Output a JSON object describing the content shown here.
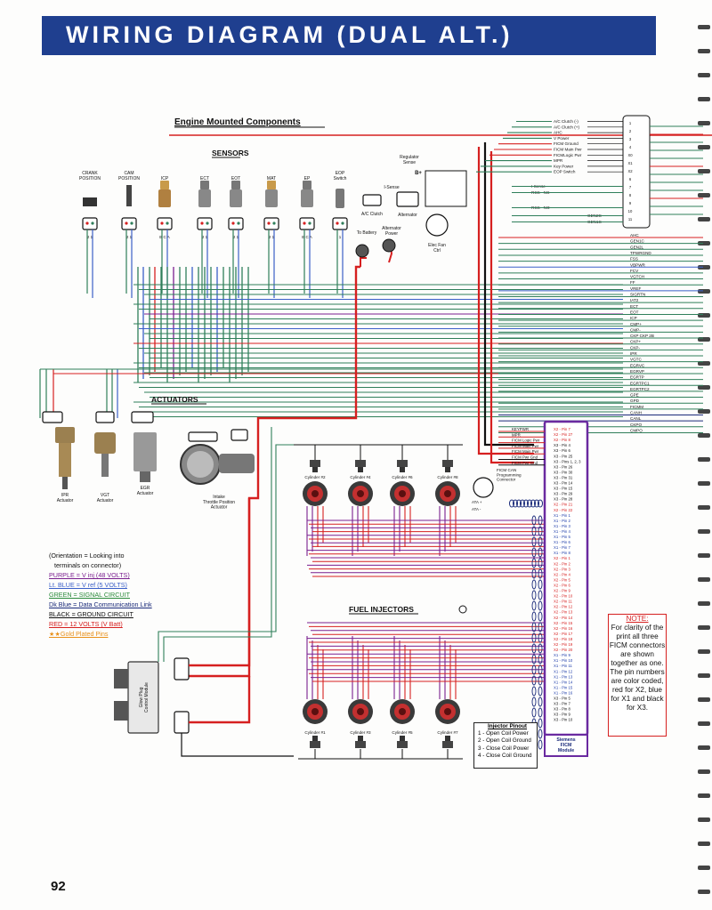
{
  "title": "WIRING DIAGRAM (DUAL ALT.)",
  "page_number": "92",
  "headings": {
    "engine_mounted": "Engine Mounted Components",
    "sensors": "SENSORS",
    "actuators": "ACTUATORS",
    "fuel_injectors": "FUEL INJECTORS"
  },
  "sensors": [
    {
      "label": "CRANK\nPOSITION",
      "pins": "2 1"
    },
    {
      "label": "CAM\nPOSITION",
      "pins": "2 1"
    },
    {
      "label": "ICP",
      "pins": "B C A"
    },
    {
      "label": "ECT",
      "pins": "2 1"
    },
    {
      "label": "EOT",
      "pins": "2 1"
    },
    {
      "label": "MAT",
      "pins": "2 1"
    },
    {
      "label": "EP",
      "pins": "B C A"
    },
    {
      "label": "EOP\nSwitch",
      "pins": "1"
    }
  ],
  "components": {
    "ac_clutch": "A/C Clutch",
    "alternator": "Alternator",
    "i_sense": "I-Sense",
    "regulator_sense": "Regulator\nSense",
    "b_plus": "B+",
    "to_battery": "To Battery",
    "alternator_power": "Alternator\nPower",
    "elec_fan_ctrl": "Elec Fan\nCtrl",
    "ipr_actuator": "IPR\nActuator",
    "vgt_actuator": "VGT\nActuator",
    "egr_actuator": "EGR\nActuator",
    "intake_throttle": "Intake\nThrottle Position\nActuator",
    "glow_plug_module": "Glow Plug\nControl Module",
    "ficm_can": "FICM CAN\nProgramming\nConnector",
    "siemens_ficm": "Siemens\nFICM\nModule",
    "ata_plus": "ATA +",
    "ata_minus": "ATA -"
  },
  "cylinders_top": [
    "Cylinder #2",
    "Cylinder #4",
    "Cylinder #6",
    "Cylinder #8"
  ],
  "cylinders_bottom": [
    "Cylinder #1",
    "Cylinder #3",
    "Cylinder #5",
    "Cylinder #7"
  ],
  "pcm_top_labels": [
    "A/C Clutch (-)",
    "A/C Clutch (+)",
    "AHC",
    "V Power",
    "FICM Ground",
    "FICM Main Pwr",
    "FICMLogic Pwr",
    "MPR",
    "Key Power",
    "EOP Switch"
  ],
  "pcm_pin_numbers": [
    "1",
    "2",
    "3",
    "4",
    "X0",
    "X1",
    "X2",
    "6",
    "7",
    "8",
    "9",
    "10",
    "11"
  ],
  "pcm_mid_labels": [
    "I-Sense",
    "RCS - NC",
    "RCS - NO",
    "GEN2C",
    "GEN1C"
  ],
  "right_bus_labels": [
    "AHC",
    "GEN1C",
    "GEN2L",
    "TPWRGND",
    "FSS",
    "VBPWR",
    "FCV",
    "VGTCH",
    "FF",
    "VREF",
    "SIGRTN",
    "IAT2",
    "ECT",
    "EOT",
    "ICP",
    "CMP+",
    "CMP-",
    "CKP CKP 2B",
    "CKP+",
    "CKP-",
    "IPR",
    "VGTC",
    "EGRVC",
    "EGRVP",
    "EGRTP",
    "EGRTPC1",
    "EGRTPC2",
    "GPE",
    "GPD",
    "FICMM",
    "CANH",
    "CANL",
    "CKPO",
    "CMPO"
  ],
  "ficm_left_labels": [
    "KEYPWR",
    "MPR",
    "FICM Logic Pwr",
    "FICM Main Pwr",
    "FICM Main Pwr",
    "FICM Pwr Gnd",
    "FICM Pwr Gnd"
  ],
  "ficm_pins": [
    "X2 - Pin 7",
    "X2 - Pin 27",
    "X2 - Pin 8",
    "X3 - Pin 4",
    "X3 - Pin 6",
    "X3 - Pin 25",
    "X3 - Pins 1, 2, 3",
    "X3 - Pin 26",
    "X3 - Pin 30",
    "X3 - Pin 31",
    "X3 - Pin 14",
    "X3 - Pin 15",
    "X3 - Pin 29",
    "X3 - Pin 28",
    "X2 - Pin 21",
    "X2 - Pin 22",
    "X1 - Pin 1",
    "X1 - Pin 2",
    "X1 - Pin 3",
    "X1 - Pin 4",
    "X1 - Pin 5",
    "X1 - Pin 6",
    "X1 - Pin 7",
    "X1 - Pin 8",
    "X2 - Pin 1",
    "X2 - Pin 2",
    "X2 - Pin 3",
    "X2 - Pin 4",
    "X2 - Pin 5",
    "X2 - Pin 6",
    "X2 - Pin 9",
    "X2 - Pin 10",
    "X2 - Pin 11",
    "X2 - Pin 12",
    "X2 - Pin 13",
    "X2 - Pin 14",
    "X2 - Pin 15",
    "X2 - Pin 16",
    "X2 - Pin 17",
    "X2 - Pin 18",
    "X2 - Pin 19",
    "X2 - Pin 20",
    "X1 - Pin 9",
    "X1 - Pin 10",
    "X1 - Pin 11",
    "X1 - Pin 12",
    "X1 - Pin 13",
    "X1 - Pin 14",
    "X1 - Pin 15",
    "X1 - Pin 16",
    "X3 - Pin 5",
    "X3 - Pin 7",
    "X3 - Pin 8",
    "X3 - Pin 9",
    "X3 - Pin 10"
  ],
  "legend": {
    "orientation": "(Orientation = Looking into\n   terminals on connector)",
    "items": [
      {
        "text": "PURPLE = V inj (48 VOLTS)",
        "color": "#7a1f8f"
      },
      {
        "text": "Lt. BLUE = V ref (5 VOLTS)",
        "color": "#3a5fc8"
      },
      {
        "text": "GREEN = SIGNAL CIRCUIT",
        "color": "#2a8a3a"
      },
      {
        "text": "Dk Blue = Data Communication Link",
        "color": "#1a2a7a"
      },
      {
        "text": "BLACK = GROUND CIRCUIT",
        "color": "#111111"
      },
      {
        "text": "RED = 12 VOLTS (V Batt)",
        "color": "#d62020"
      },
      {
        "text": "★★Gold Plated Pins",
        "color": "#e8901a"
      }
    ]
  },
  "note": {
    "title": "NOTE:",
    "body": "For clarity of the print all three FICM connectors are shown together as one. The pin numbers are color coded, red for X2, blue for X1 and black for X3."
  },
  "injector_pinout": {
    "title": "Injector Pinout",
    "lines": [
      "1 - Open Coil Power",
      "2 - Open Coil Ground",
      "3 - Close Coil Power",
      "4 - Close Coil Ground"
    ]
  },
  "colors": {
    "title_bg": "#1f3f8f",
    "red": "#d62020",
    "green": "#2f7f5a",
    "purple": "#7a1f8f",
    "blue": "#3a5fc8",
    "black": "#111111",
    "ficm_border": "#6a2aa0"
  }
}
